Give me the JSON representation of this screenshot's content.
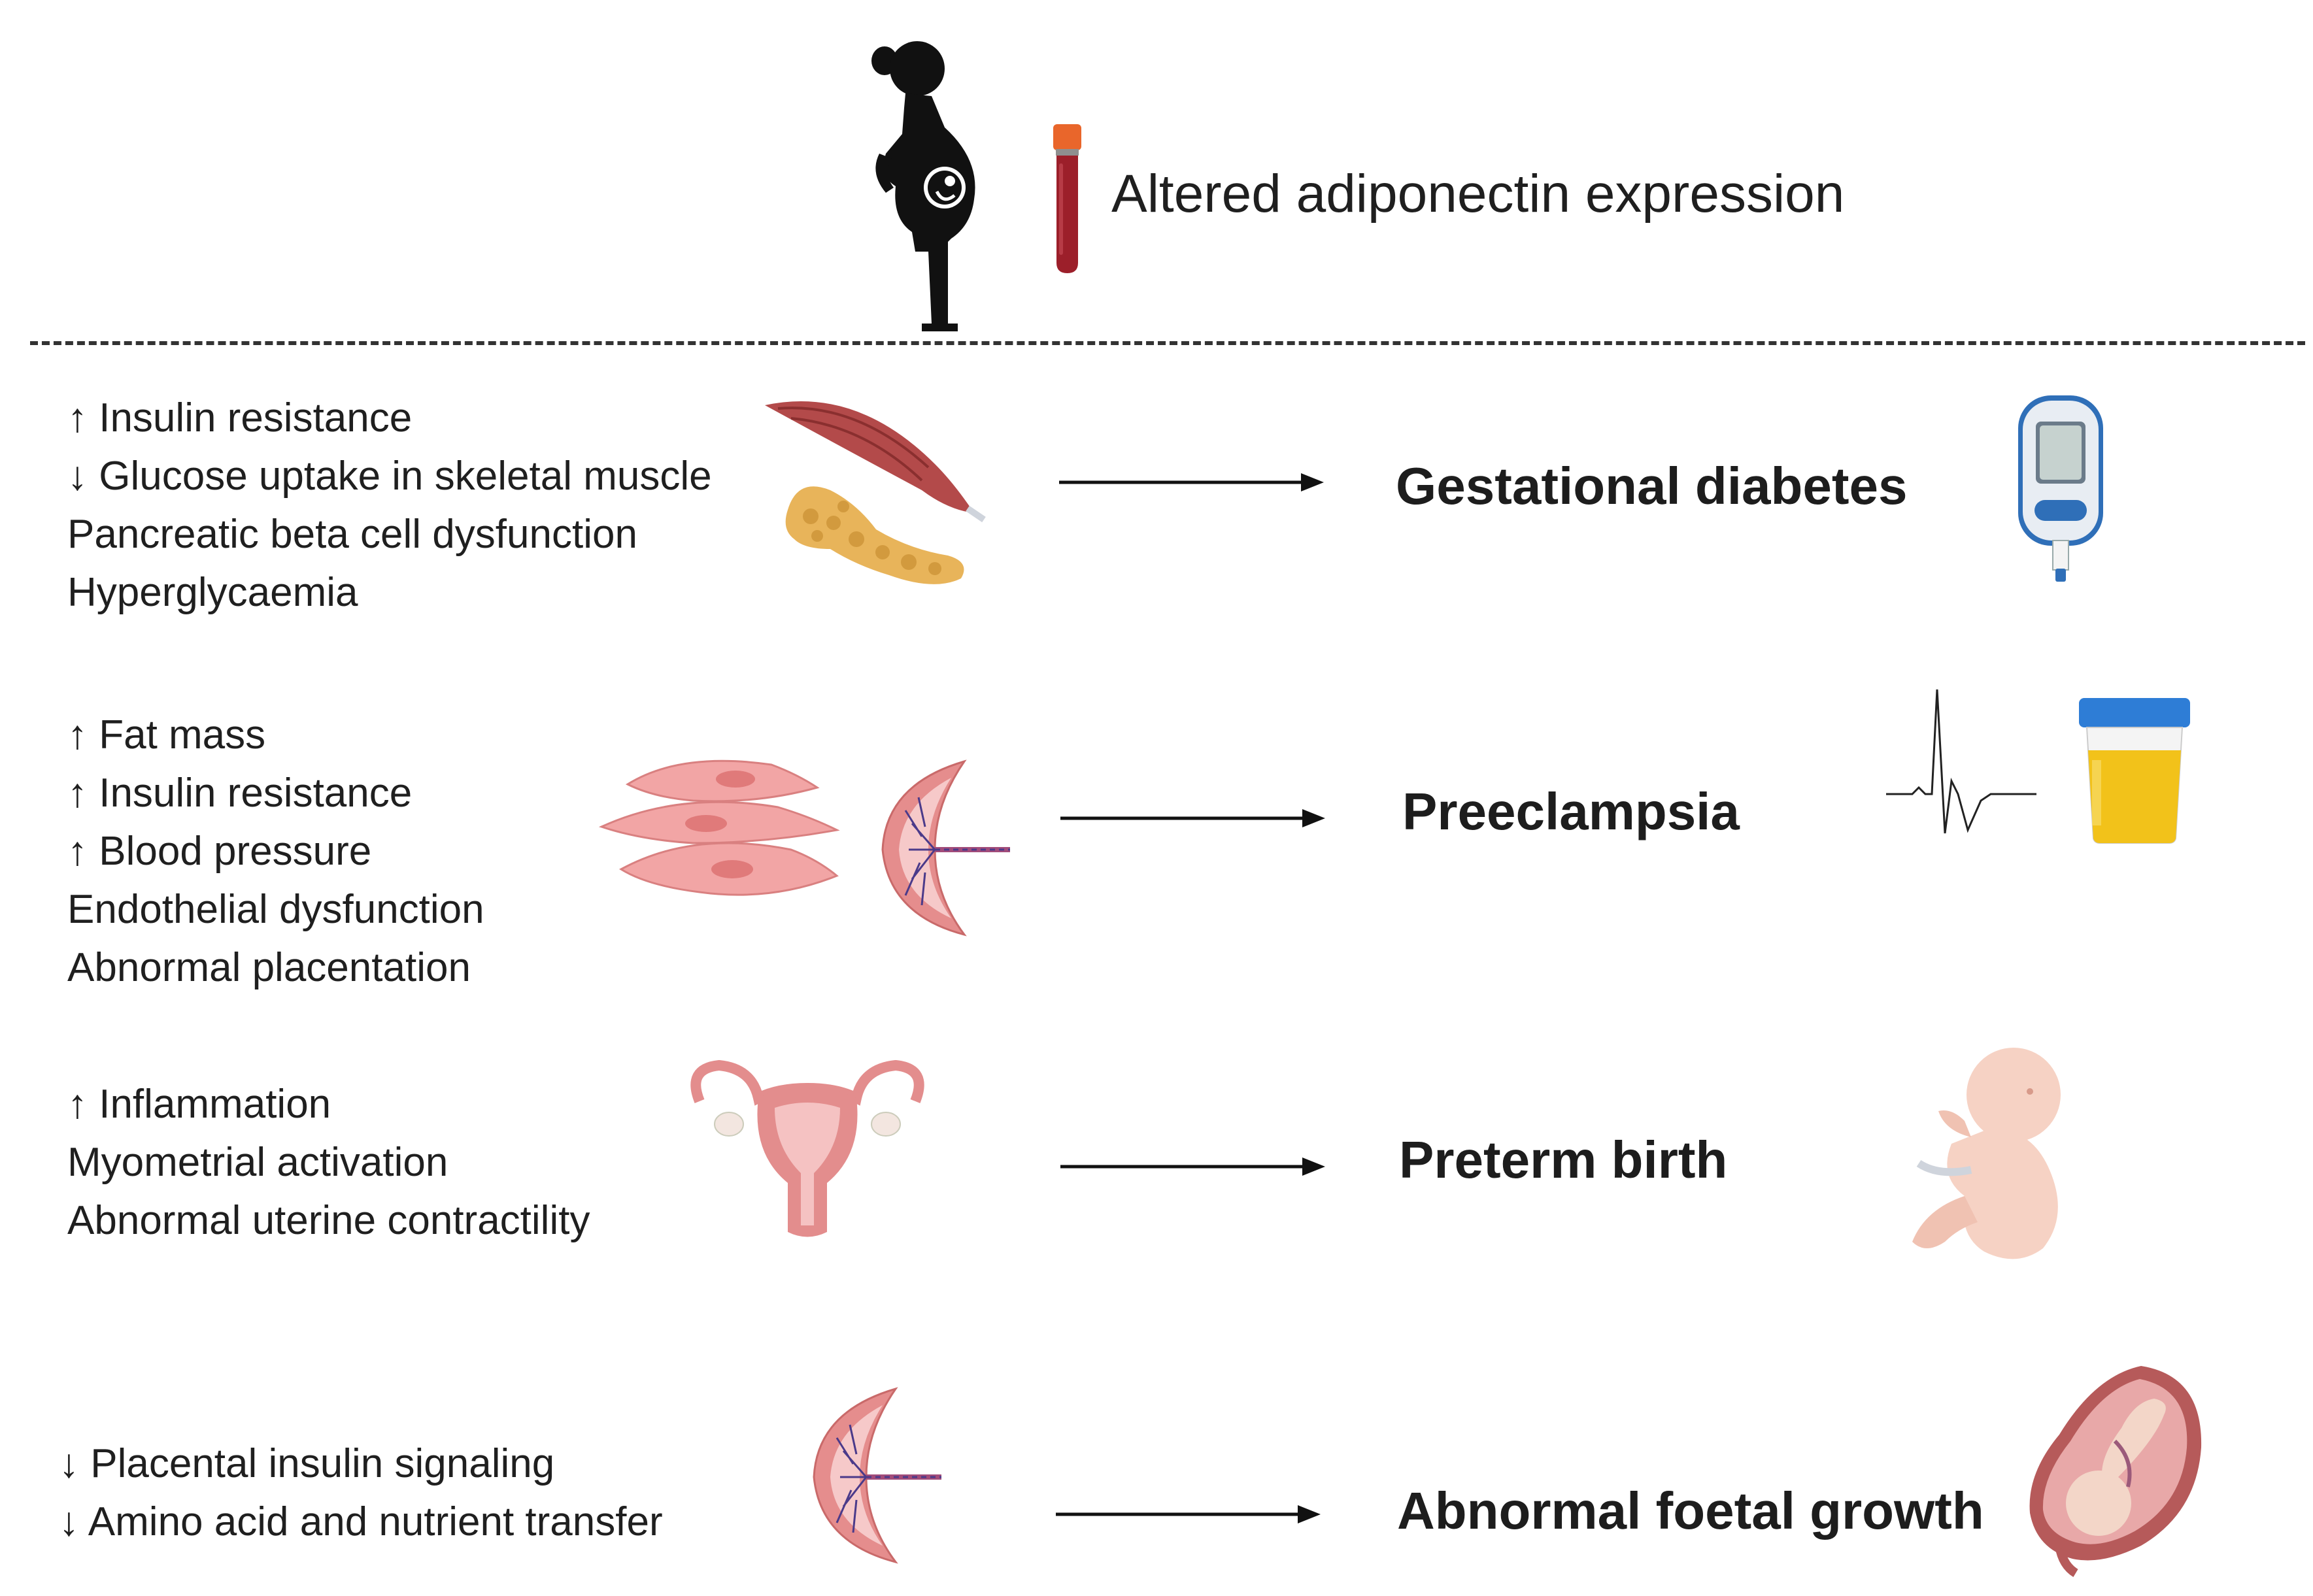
{
  "header": {
    "title": "Altered adiponectin expression",
    "icons": [
      "pregnant-woman-icon",
      "blood-tube-icon"
    ]
  },
  "rows": [
    {
      "factors": [
        "↑ Insulin resistance",
        "↓ Glucose uptake in skeletal muscle",
        "Pancreatic beta cell dysfunction",
        "Hyperglycaemia"
      ],
      "outcome": "Gestational diabetes",
      "icons": [
        "skeletal-muscle-icon",
        "pancreas-icon",
        "glucometer-icon"
      ]
    },
    {
      "factors": [
        "↑ Fat mass",
        "↑ Insulin resistance",
        "↑ Blood pressure",
        "Endothelial dysfunction",
        "Abnormal placentation"
      ],
      "outcome": "Preeclampsia",
      "icons": [
        "endothelial-cells-icon",
        "placenta-icon",
        "ecg-trace-icon",
        "urine-cup-icon"
      ]
    },
    {
      "factors": [
        "↑ Inflammation",
        "Myometrial activation",
        "Abnormal uterine contractility"
      ],
      "outcome": "Preterm birth",
      "icons": [
        "uterus-icon",
        "fetus-icon"
      ]
    },
    {
      "factors": [
        "↓ Placental insulin signaling",
        "↓ Amino acid and nutrient transfer"
      ],
      "outcome": "Abnormal foetal growth",
      "icons": [
        "placenta-icon",
        "fetus-in-womb-icon"
      ]
    }
  ],
  "colors": {
    "text": "#1f1f1f",
    "muscle": "#b34a4a",
    "pancreas": "#e8b45a",
    "cells": "#f0a0a0",
    "placenta": "#e58d8d",
    "urine": "#f2c21a",
    "cup_lid": "#2e7dd6"
  }
}
